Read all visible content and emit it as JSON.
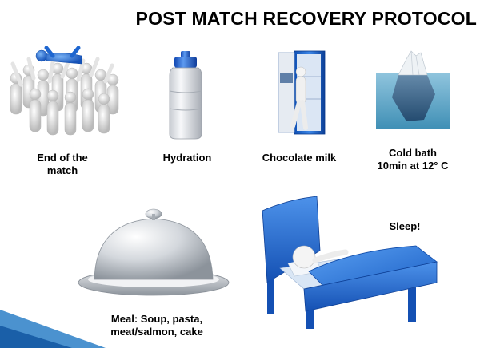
{
  "title": "POST MATCH RECOVERY PROTOCOL",
  "steps": [
    {
      "line1": "End of the",
      "line2": "match"
    },
    {
      "line1": "Hydration",
      "line2": ""
    },
    {
      "line1": "Chocolate milk",
      "line2": ""
    },
    {
      "line1": "Cold bath",
      "line2": "10min at 12° C"
    },
    {
      "line1": "Meal: Soup, pasta,",
      "line2": "meat/salmon, cake"
    },
    {
      "line1": "Sleep!",
      "line2": ""
    }
  ],
  "icons": [
    "crowd-celebration-icon",
    "water-bottle-icon",
    "fridge-icon",
    "iceberg-icon",
    "food-cloche-icon",
    "bed-icon"
  ],
  "colors": {
    "accent_blue": "#1e66d0",
    "corner_blue": "#2b7fc7",
    "title": "#000000"
  }
}
